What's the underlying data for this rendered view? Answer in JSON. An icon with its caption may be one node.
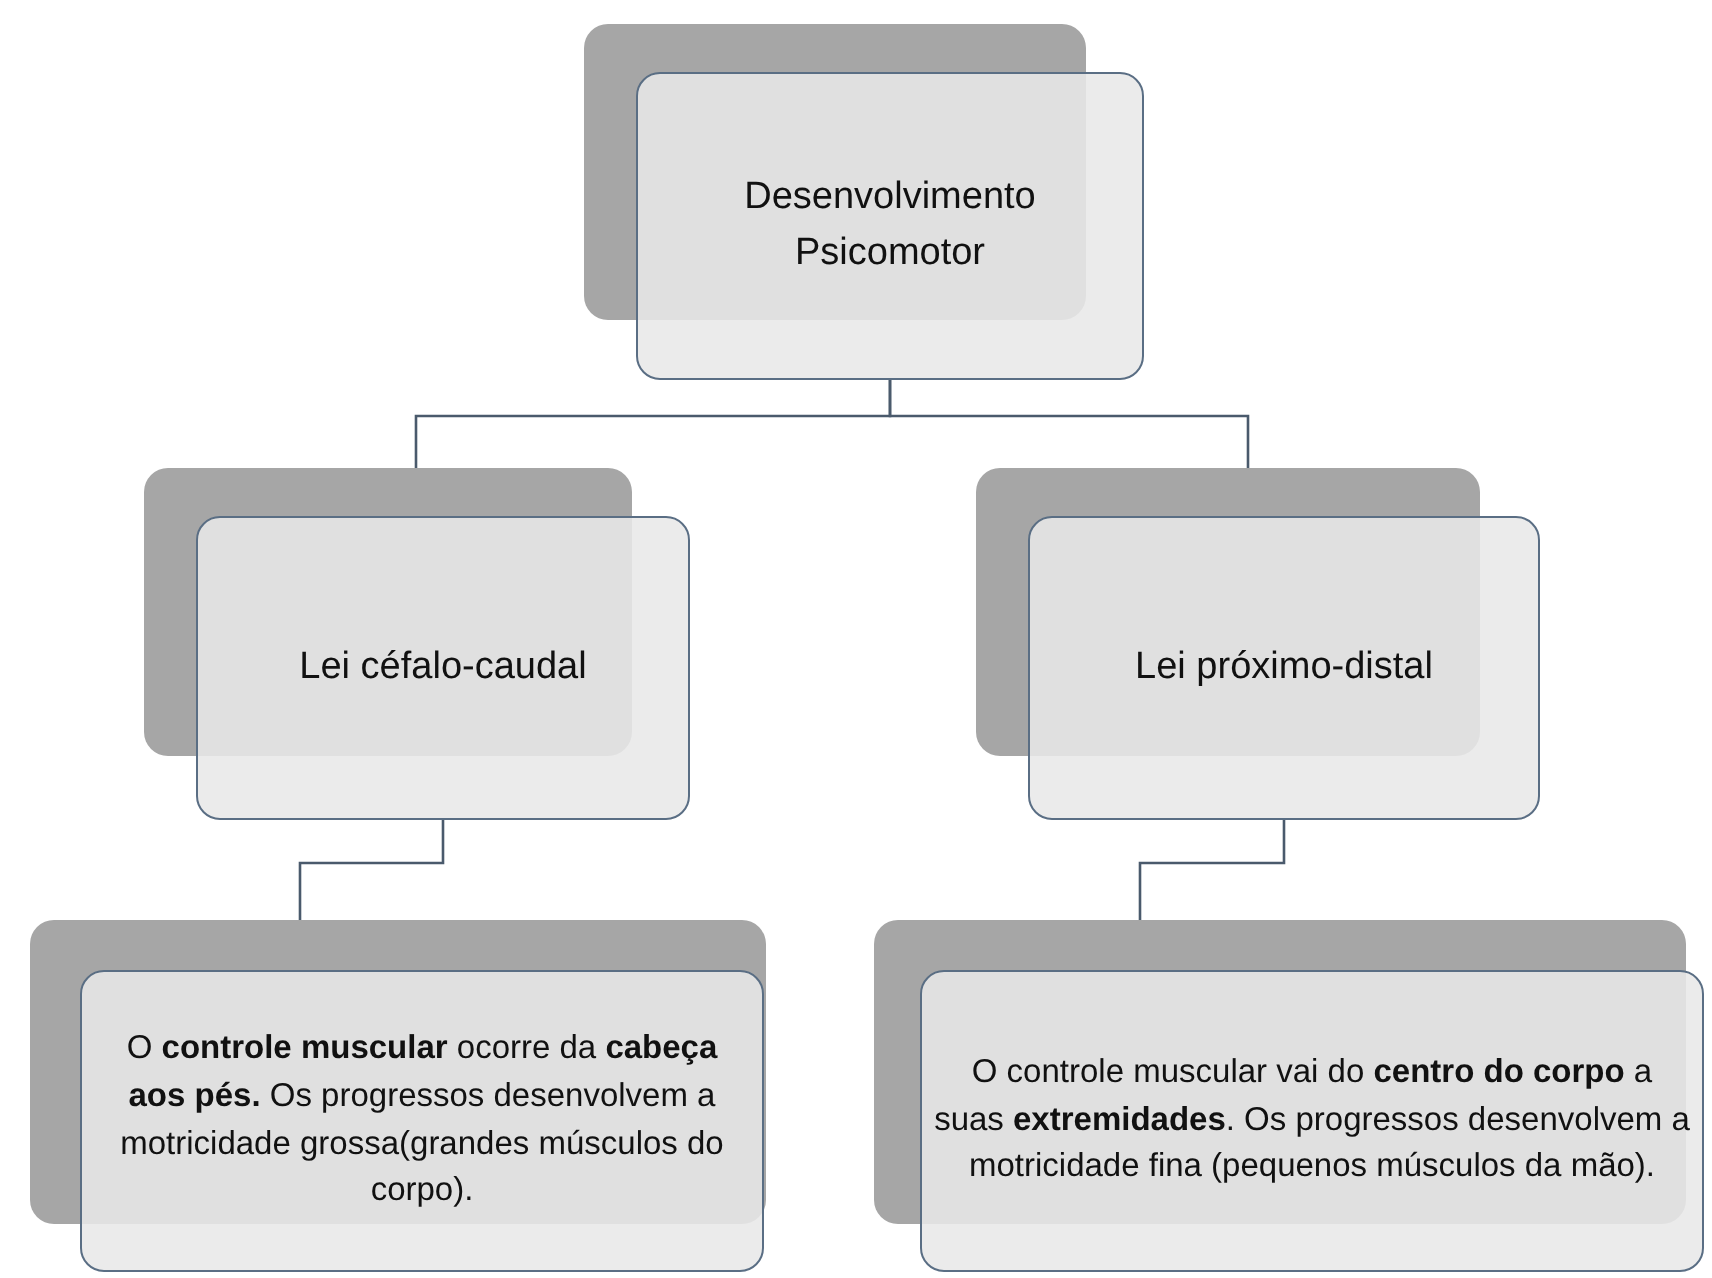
{
  "diagram": {
    "nodes": [
      {
        "text": [
          "Desenvolvimento Psicomotor"
        ]
      },
      {
        "text": [
          "Lei céfalo-caudal"
        ]
      },
      {
        "text": [
          "Lei próximo-distal"
        ]
      },
      {
        "text": [
          "O **controle muscular** ocorre da **cabeça aos pés.** Os progressos desenvolvem a motricidade grossa(grandes músculos do corpo)."
        ]
      },
      {
        "text": [
          "O controle muscular vai do **centro do corpo** a suas **extremidades**. Os progressos desenvolvem a motricidade fina (pequenos músculos da mão)."
        ]
      }
    ],
    "edges": [
      {
        "from": 0,
        "to": 1,
        "arrow": "none"
      },
      {
        "from": 0,
        "to": 2,
        "arrow": "none"
      },
      {
        "from": 1,
        "to": 3,
        "arrow": "none"
      },
      {
        "from": 2,
        "to": 4,
        "arrow": "none"
      }
    ]
  }
}
